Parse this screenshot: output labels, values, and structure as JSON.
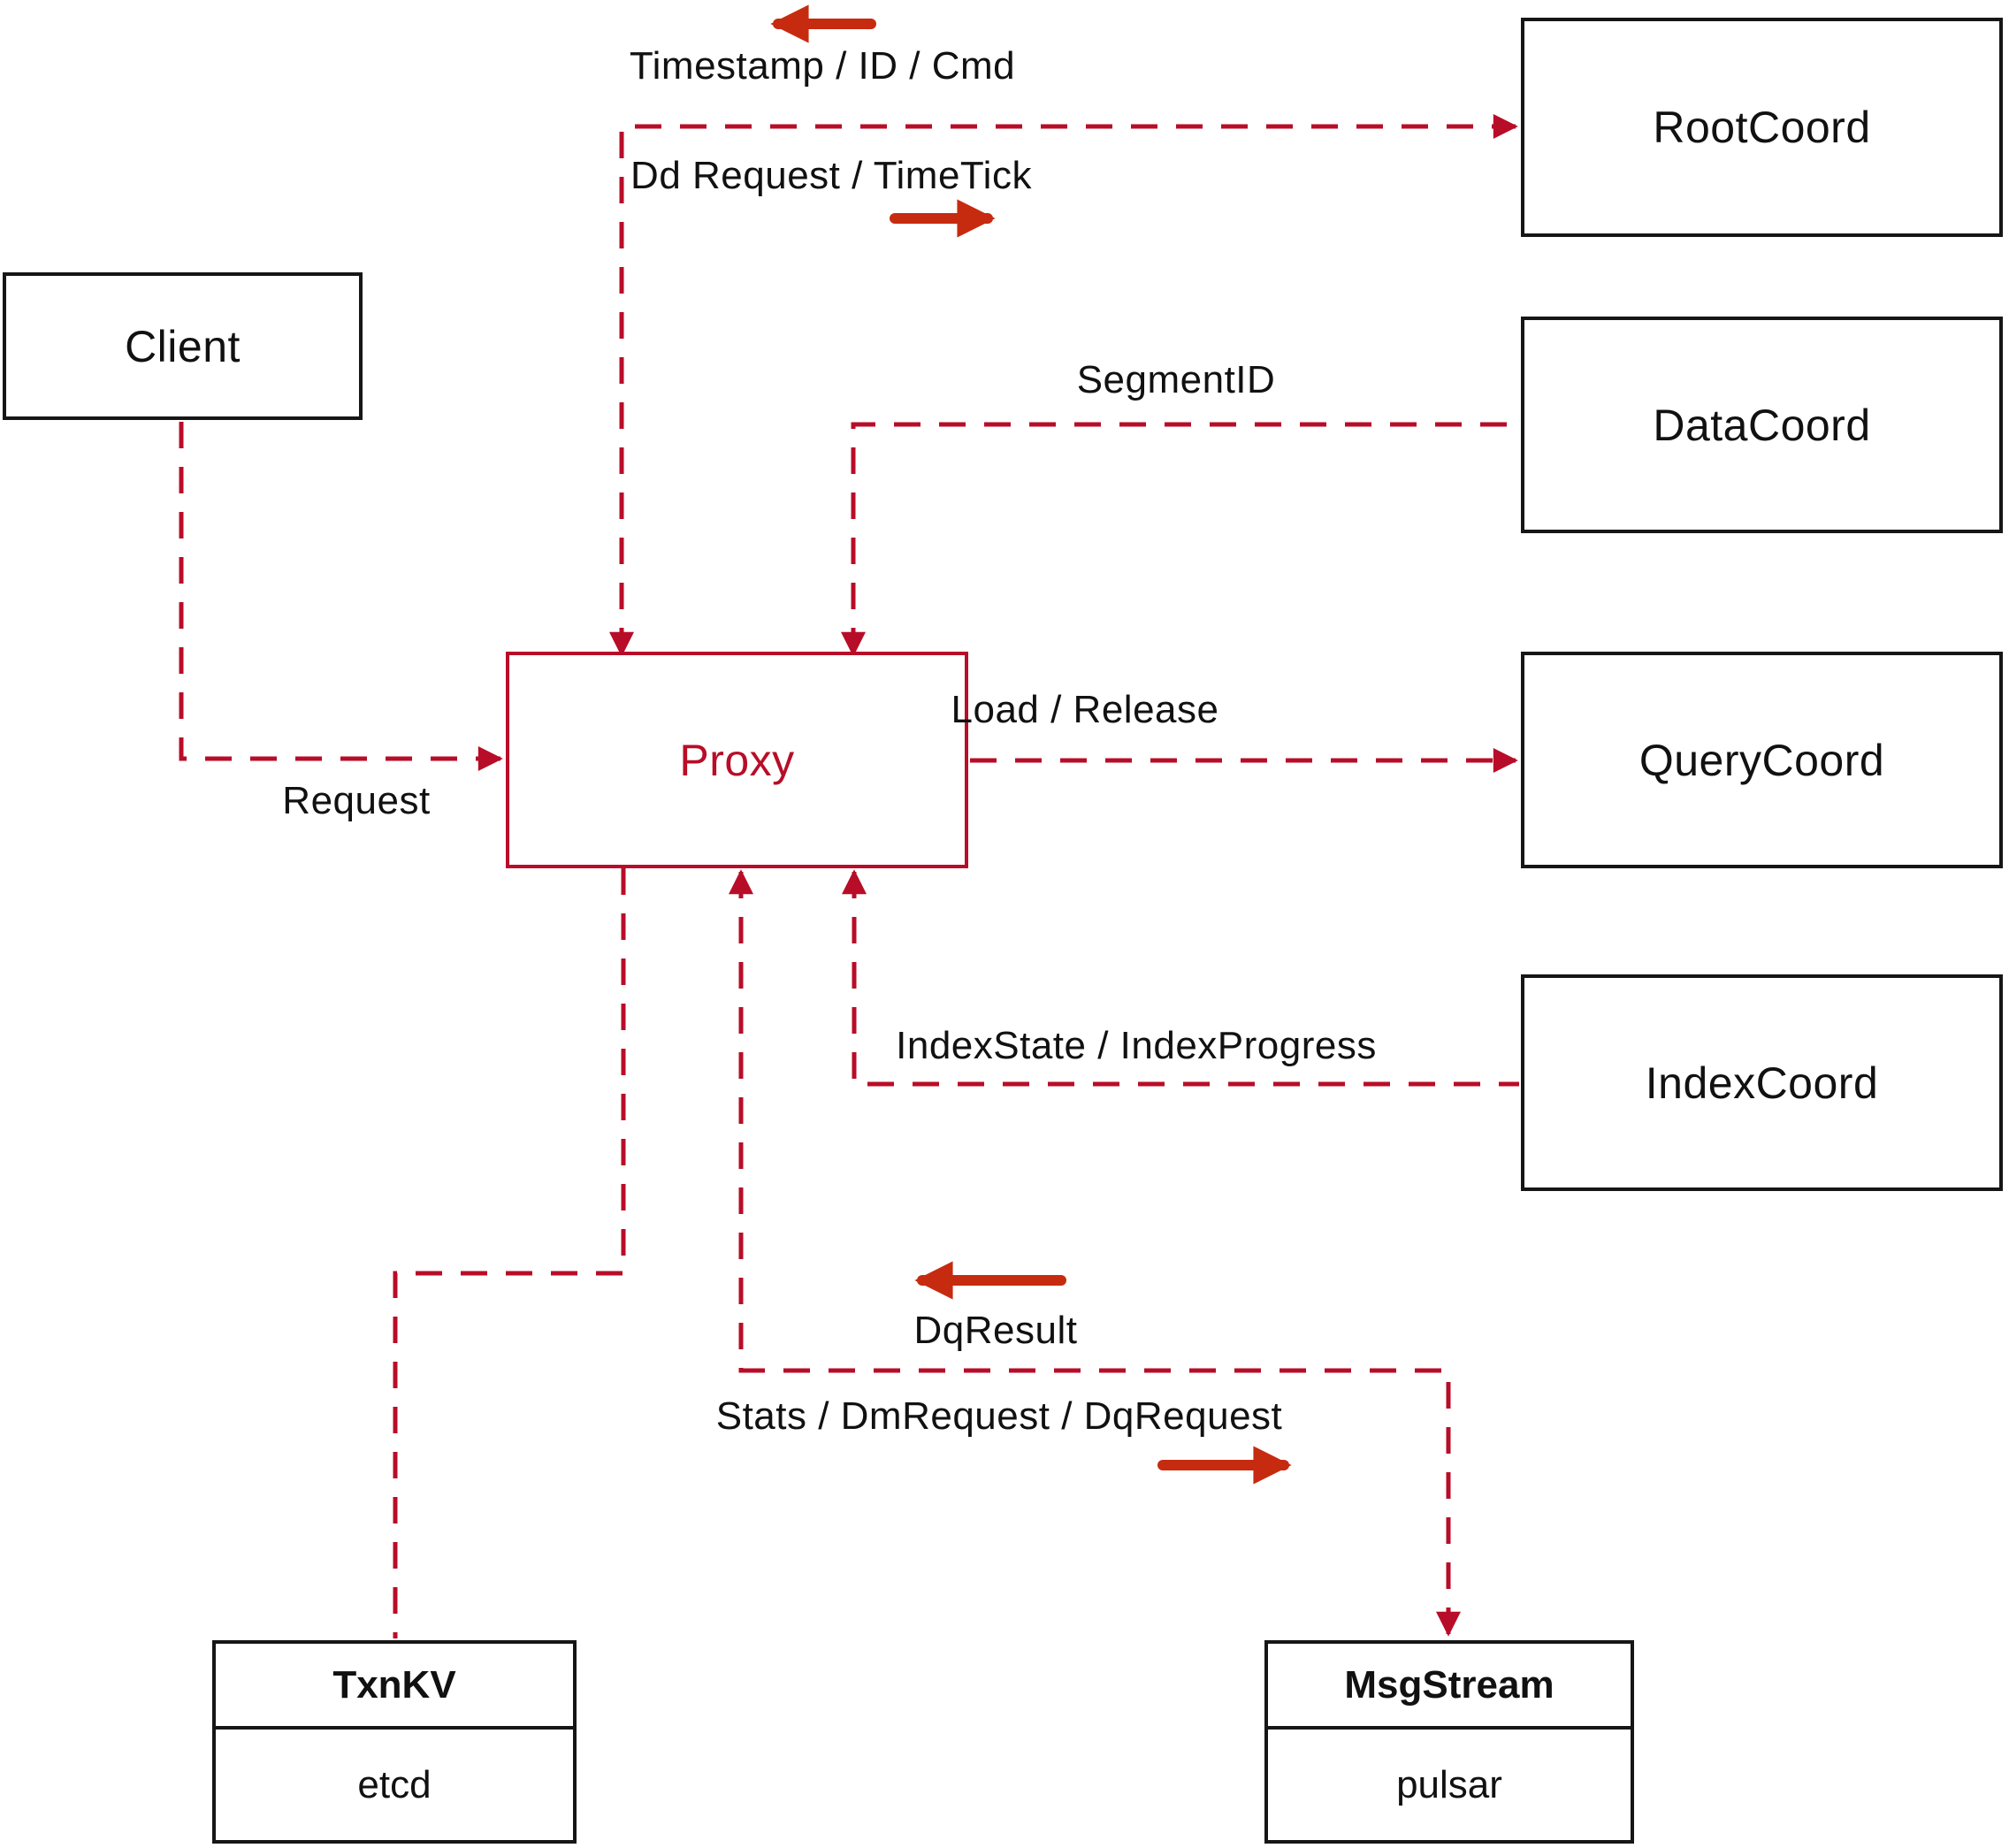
{
  "diagram": {
    "nodes": {
      "client": {
        "label": "Client"
      },
      "proxy": {
        "label": "Proxy"
      },
      "root_coord": {
        "label": "RootCoord"
      },
      "data_coord": {
        "label": "DataCoord"
      },
      "query_coord": {
        "label": "QueryCoord"
      },
      "index_coord": {
        "label": "IndexCoord"
      },
      "txn_kv": {
        "title": "TxnKV",
        "impl": "etcd"
      },
      "msg_stream": {
        "title": "MsgStream",
        "impl": "pulsar"
      }
    },
    "edges": {
      "rootcoord_to_proxy": {
        "label": "Timestamp / ID / Cmd"
      },
      "proxy_to_rootcoord": {
        "label": "Dd Request / TimeTick"
      },
      "datacoord_to_proxy": {
        "label": "SegmentID"
      },
      "proxy_to_querycoord": {
        "label": "Load / Release"
      },
      "indexcoord_to_proxy": {
        "label": "IndexState / IndexProgress"
      },
      "client_to_proxy": {
        "label": "Request"
      },
      "msgstream_to_proxy": {
        "label": "DqResult"
      },
      "proxy_to_msgstream": {
        "label": "Stats / DmRequest / DqRequest"
      }
    },
    "colors": {
      "connector_red": "#b80d28",
      "flow_arrow_red": "#c62b10",
      "node_border_black": "#161616",
      "proxy_red": "#b80d28",
      "label_text": "#111111",
      "background": "#ffffff"
    }
  }
}
